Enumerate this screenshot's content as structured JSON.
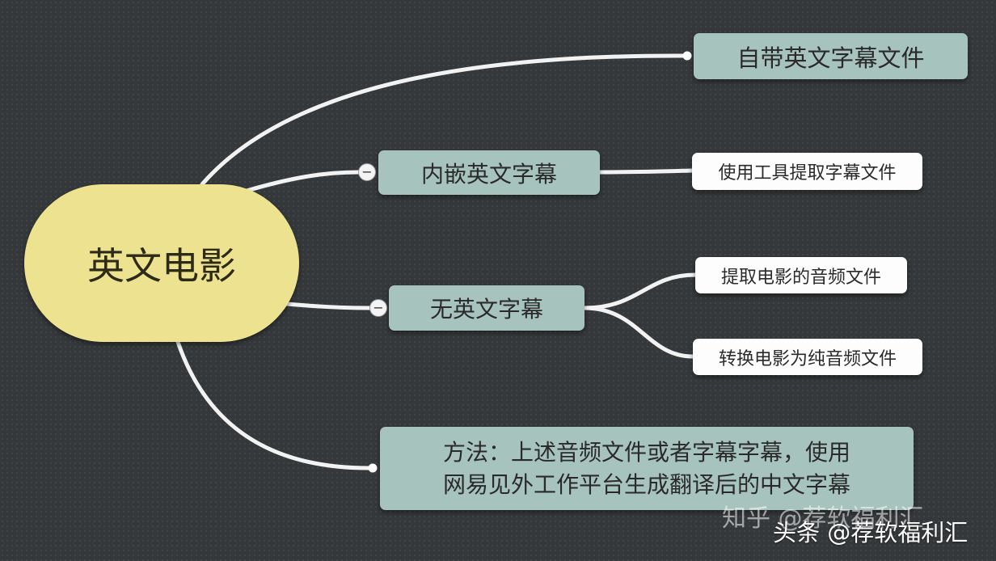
{
  "diagram": {
    "root": {
      "label": "英文电影"
    },
    "branch_self_subtitle": {
      "label": "自带英文字幕文件"
    },
    "branch_embedded": {
      "label": "内嵌英文字幕",
      "children": [
        {
          "label": "使用工具提取字幕文件"
        }
      ]
    },
    "branch_no_subtitle": {
      "label": "无英文字幕",
      "children": [
        {
          "label": "提取电影的音频文件"
        },
        {
          "label": "转换电影为纯音频文件"
        }
      ]
    },
    "branch_method": {
      "lines": [
        "方法：上述音频文件或者字幕字幕，使用",
        "网易见外工作平台生成翻译后的中文字幕"
      ]
    },
    "collapse_symbol": "−"
  },
  "watermarks": {
    "zhihu": "知乎 @荐软福利汇",
    "toutiao": "头条 @荐软福利汇"
  },
  "colors": {
    "background": "#35383a",
    "root_fill": "#ece28f",
    "branch_fill": "#a7c3bd",
    "leaf_fill": "#fdfdfd",
    "connector": "#f2f2f2"
  }
}
